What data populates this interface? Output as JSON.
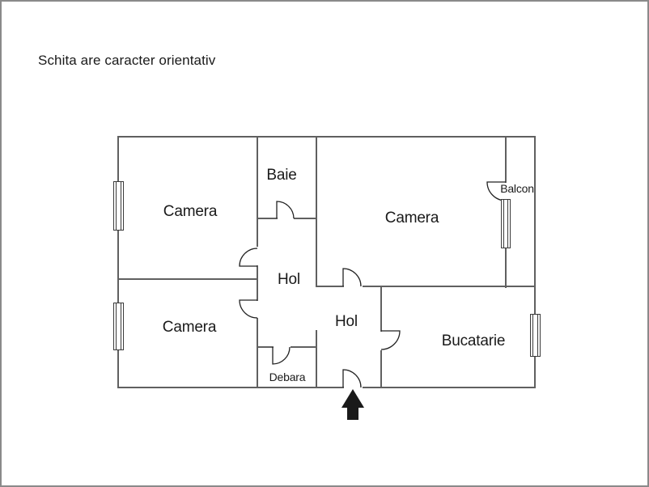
{
  "page": {
    "title": "Schita are caracter orientativ"
  },
  "colors": {
    "background": "#ffffff",
    "page_border": "#8a8a8a",
    "wall": "#606060",
    "door_arc": "#222222",
    "window_outline": "#3a3a3a",
    "text": "#1a1a1a",
    "entrance_arrow": "#1a1a1a"
  },
  "floorplan": {
    "rooms": [
      {
        "id": "camera-top-left",
        "label": "Camera"
      },
      {
        "id": "baie",
        "label": "Baie"
      },
      {
        "id": "camera-right",
        "label": "Camera"
      },
      {
        "id": "balcon",
        "label": "Balcon"
      },
      {
        "id": "hol-upper",
        "label": "Hol"
      },
      {
        "id": "hol-lower",
        "label": "Hol"
      },
      {
        "id": "camera-bottom-left",
        "label": "Camera"
      },
      {
        "id": "debara",
        "label": "Debara"
      },
      {
        "id": "bucatarie",
        "label": "Bucatarie"
      }
    ],
    "symbols": {
      "windows_count": "4",
      "doors_count": "8",
      "entrance_marker": "entrance-arrow"
    }
  }
}
